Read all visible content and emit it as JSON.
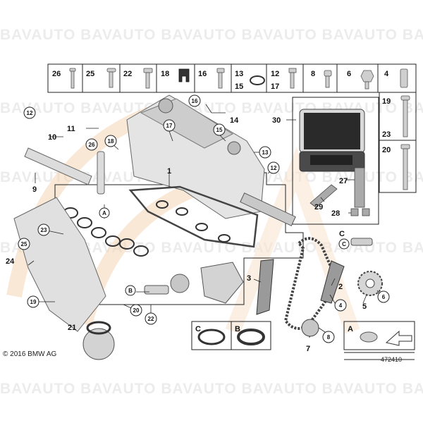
{
  "watermark": "BAVAUTO BAVAUTO BAVAUTO BAVAUTO BAVAUTO BAVAUTO",
  "copyright": "© 2016 BMW AG",
  "diagram_id": "472410",
  "top_row_labels": [
    "26",
    "25",
    "22",
    "18",
    "16",
    "13",
    "15",
    "12",
    "17",
    "8",
    "6",
    "4"
  ],
  "right_column_labels": [
    "19",
    "23",
    "20"
  ],
  "part_labels": [
    "1",
    "2",
    "3",
    "4",
    "5",
    "6",
    "7",
    "8",
    "9",
    "10",
    "11",
    "12",
    "13",
    "14",
    "15",
    "16",
    "17",
    "18",
    "19",
    "20",
    "21",
    "22",
    "23",
    "24",
    "25",
    "26",
    "27",
    "28",
    "29",
    "30"
  ],
  "letter_labels": [
    "A",
    "B",
    "C"
  ],
  "inset_labels": [
    "C",
    "B",
    "A"
  ],
  "accent_color": "#f6d6b6"
}
